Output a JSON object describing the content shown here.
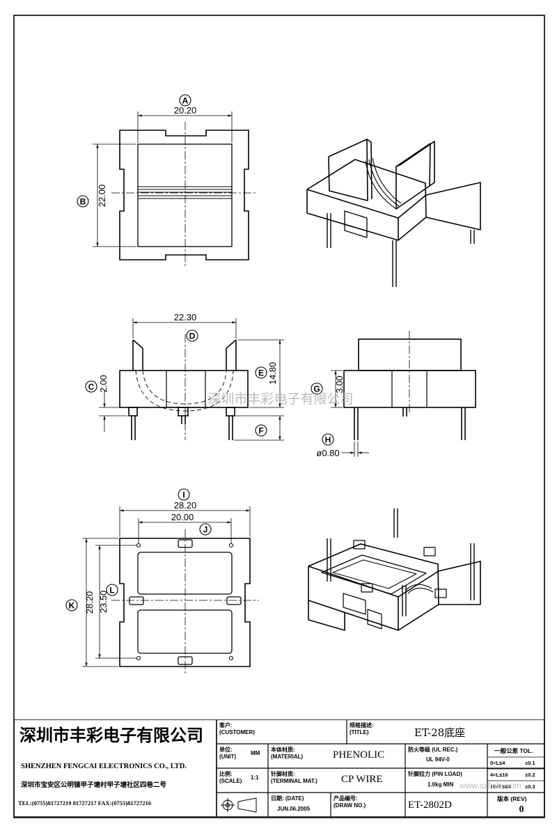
{
  "drawing": {
    "dims": {
      "A": "20.20",
      "B": "22.00",
      "D": "22.30",
      "E": "14.80",
      "C": "2.00",
      "G": "3.00",
      "H": "ø0.80",
      "I": "28.20",
      "J": "20.00",
      "K": "28.20",
      "L": "23.50"
    },
    "markers": {
      "A": "A",
      "B": "B",
      "C": "C",
      "D": "D",
      "E": "E",
      "F": "F",
      "G": "G",
      "H": "H",
      "I": "I",
      "J": "J",
      "K": "K",
      "L": "L"
    },
    "watermark_center": "深圳市丰彩电子有限公司",
    "watermark_corner": "www.szfcdz.com"
  },
  "title_block": {
    "company_cn": "深圳市丰彩电子有限公司",
    "company_en": "SHENZHEN FENGCAI ELECTRONICS CO., LTD.",
    "address": "深圳市宝安区公明镇甲子塘村甲子塘社区四巷二号",
    "contact": "TEL:(0755)81727219  81727217   FAX:(0755)81727216",
    "customer_label": "客户:",
    "customer_label_en": "(CUSTOMER)",
    "title_label": "规格描述:",
    "title_label_en": "(TITLE)",
    "title_value": "ET-28底座",
    "unit_label": "单位:",
    "unit_label_en": "(UNIT)",
    "unit_value": "MM",
    "material_label": "本体材质:",
    "material_label_en": "(MATERIAL)",
    "material_value": "PHENOLIC",
    "fire_label": "防火等级 (UL REC.)",
    "fire_value": "UL 94V-0",
    "tol_label": "一般公差 TOL.",
    "tol_rows": [
      {
        "range": "0<L≤4",
        "tol": "±0.1"
      },
      {
        "range": "4<L≤16",
        "tol": "±0.2"
      },
      {
        "range": "16<L≤64",
        "tol": "±0.3"
      }
    ],
    "scale_label": "比例:",
    "scale_label_en": "(SCALE)",
    "scale_value": "1:1",
    "terminal_label": "针脚材质:",
    "terminal_label_en": "(TERMINAL MAT.)",
    "terminal_value": "CP WIRE",
    "pin_load_label": "针脚拉力 (PIN LOAD)",
    "pin_load_value": "1.0kg MIN",
    "date_label": "日期: (DATE)",
    "date_value": "JUN.06.2005",
    "drawno_label": "产品编号:",
    "drawno_label_en": "(DRAW NO.)",
    "drawno_value": "ET-2802D",
    "rev_label": "版本 (REV)",
    "rev_value": "0"
  }
}
